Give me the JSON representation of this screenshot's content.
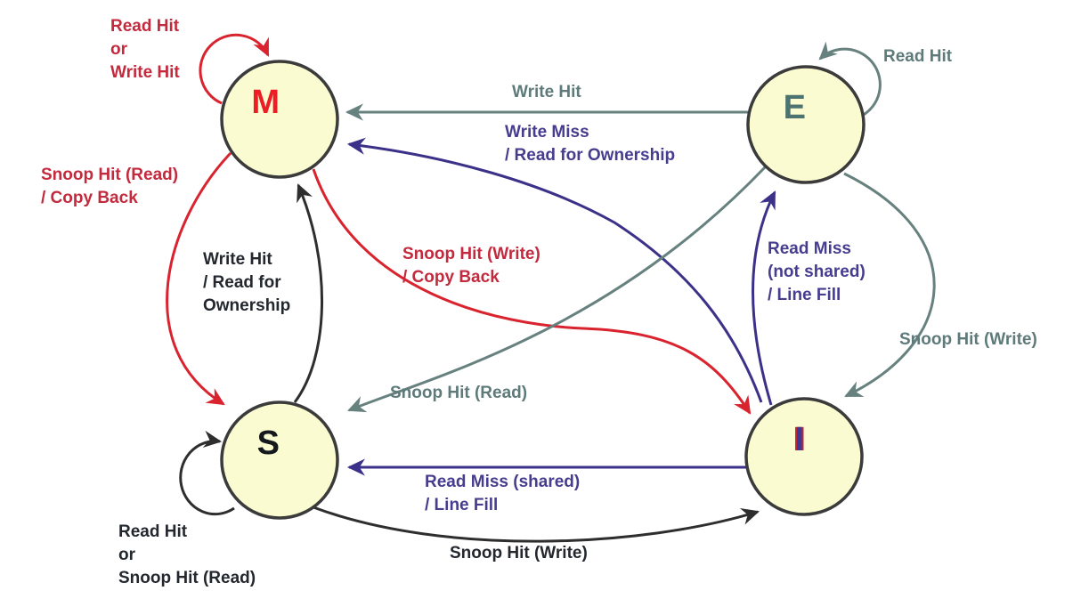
{
  "palette": {
    "red_line": "#D9232E",
    "red_text": "#C32A3D",
    "gray_line": "#66817E",
    "gray_text": "#5E7A7A",
    "purple_line": "#3C3189",
    "purple_text": "#473D8F",
    "black_line": "#2E2E2E",
    "black_text": "#23272E",
    "node_fill": "#FBFBD2",
    "node_stroke": "#3B3B3B",
    "state_m": "#EE1C25",
    "state_e": "#4D7370",
    "state_s": "#15181D",
    "state_i": "#3F3794",
    "state_i_fringe": "#C22633"
  },
  "states": [
    {
      "id": "M",
      "label": "M"
    },
    {
      "id": "E",
      "label": "E"
    },
    {
      "id": "S",
      "label": "S"
    },
    {
      "id": "I",
      "label": "I"
    }
  ],
  "transitions": [
    {
      "from": "M",
      "to": "M",
      "label": "Read Hit\nor\nWrite Hit",
      "color": "#C32A3D"
    },
    {
      "from": "M",
      "to": "S",
      "label": "Snoop Hit (Read)\n/ Copy Back",
      "color": "#C32A3D"
    },
    {
      "from": "S",
      "to": "M",
      "label": "Write Hit\n/ Read for\nOwnership",
      "color": "#23272E"
    },
    {
      "from": "E",
      "to": "M",
      "label": "Write Hit",
      "color": "#5E7A7A"
    },
    {
      "from": "I",
      "to": "M",
      "label": "Write Miss\n/ Read for Ownership",
      "color": "#473D8F"
    },
    {
      "from": "E",
      "to": "E",
      "label": "Read Hit",
      "color": "#5E7A7A"
    },
    {
      "from": "M",
      "to": "I",
      "label": "Snoop Hit (Write)\n/ Copy Back",
      "color": "#C32A3D"
    },
    {
      "from": "E",
      "to": "S",
      "label": "Snoop Hit (Read)",
      "color": "#5E7A7A"
    },
    {
      "from": "I",
      "to": "E",
      "label": "Read Miss\n(not shared)\n/ Line Fill",
      "color": "#473D8F"
    },
    {
      "from": "E",
      "to": "I",
      "label": "Snoop Hit (Write)",
      "color": "#5E7A7A"
    },
    {
      "from": "I",
      "to": "S",
      "label": "Read Miss (shared)\n/ Line Fill",
      "color": "#473D8F"
    },
    {
      "from": "S",
      "to": "I",
      "label": "Snoop Hit (Write)",
      "color": "#23272E"
    },
    {
      "from": "S",
      "to": "S",
      "label": "Read Hit\nor\nSnoop Hit (Read)",
      "color": "#23272E"
    }
  ]
}
